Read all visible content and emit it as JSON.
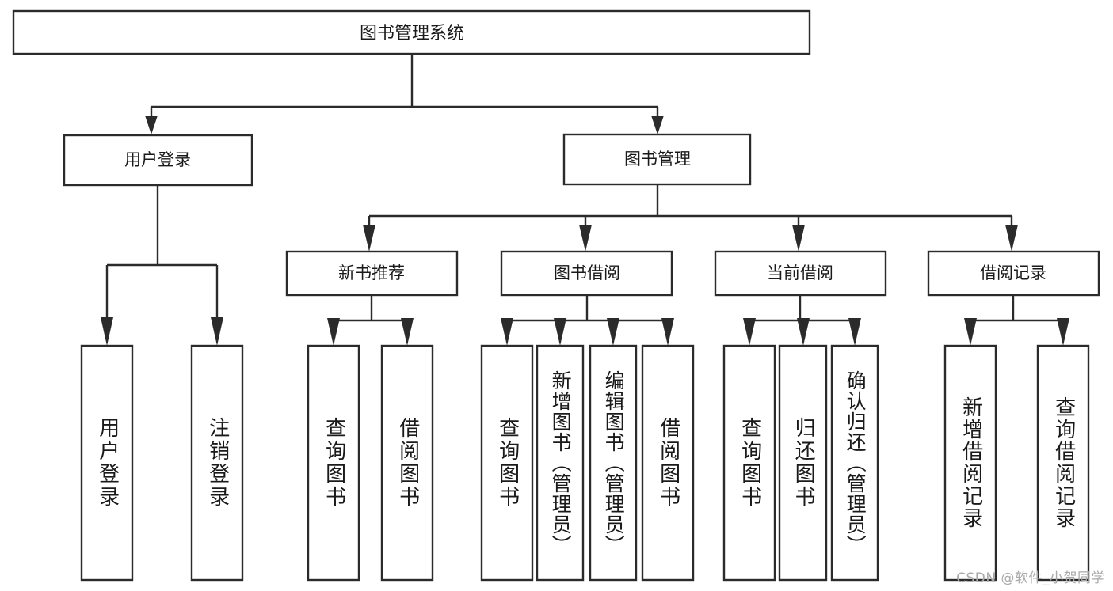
{
  "diagram": {
    "title": "图书管理系统",
    "watermark": "CSDN @软件_小贺同学",
    "root": {
      "id": "root",
      "label": "图书管理系统"
    },
    "level2": [
      {
        "id": "user-login",
        "label": "用户登录"
      },
      {
        "id": "book-management",
        "label": "图书管理"
      }
    ],
    "level3": [
      {
        "id": "new-book-recommend",
        "label": "新书推荐",
        "parent": "book-management"
      },
      {
        "id": "book-borrow",
        "label": "图书借阅",
        "parent": "book-management"
      },
      {
        "id": "current-borrow",
        "label": "当前借阅",
        "parent": "book-management"
      },
      {
        "id": "borrow-record",
        "label": "借阅记录",
        "parent": "book-management"
      }
    ],
    "leaves": [
      {
        "id": "leaf-user-login",
        "label": "用户登录",
        "parent": "user-login"
      },
      {
        "id": "leaf-logout-login",
        "label": "注销登录",
        "parent": "user-login"
      },
      {
        "id": "leaf-query-book-1",
        "label": "查询图书",
        "parent": "new-book-recommend"
      },
      {
        "id": "leaf-borrow-book-1",
        "label": "借阅图书",
        "parent": "new-book-recommend"
      },
      {
        "id": "leaf-query-book-2",
        "label": "查询图书",
        "parent": "book-borrow"
      },
      {
        "id": "leaf-add-book",
        "label": "新增图书（管理员）",
        "parent": "book-borrow"
      },
      {
        "id": "leaf-edit-book",
        "label": "编辑图书（管理员）",
        "parent": "book-borrow"
      },
      {
        "id": "leaf-borrow-book-2",
        "label": "借阅图书",
        "parent": "book-borrow"
      },
      {
        "id": "leaf-query-book-3",
        "label": "查询图书",
        "parent": "current-borrow"
      },
      {
        "id": "leaf-return-book",
        "label": "归还图书",
        "parent": "current-borrow"
      },
      {
        "id": "leaf-confirm-return",
        "label": "确认归还（管理员）",
        "parent": "current-borrow"
      },
      {
        "id": "leaf-add-record",
        "label": "新增借阅记录",
        "parent": "borrow-record"
      },
      {
        "id": "leaf-query-record",
        "label": "查询借阅记录",
        "parent": "borrow-record"
      }
    ],
    "colors": {
      "stroke": "#2b2b2b",
      "fill": "#ffffff",
      "text": "#1a1a1a",
      "watermark": "#a9a9a9"
    }
  }
}
